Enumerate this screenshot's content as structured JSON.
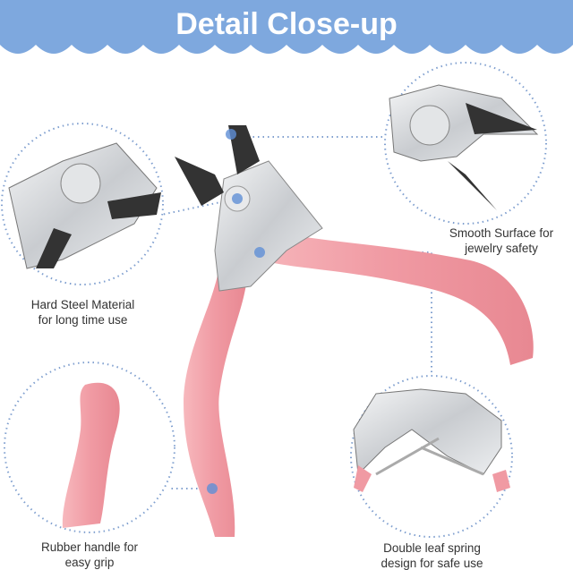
{
  "header": {
    "title": "Detail Close-up"
  },
  "colors": {
    "banner": "#7ea8de",
    "handle": "#f2a0a8",
    "steel": "#d8dadd",
    "dots": "#7f9fcf"
  },
  "callouts": [
    {
      "line1": "Hard Steel Material",
      "line2": "for long time use"
    },
    {
      "line1": "Smooth Surface for",
      "line2": "jewelry safety"
    },
    {
      "line1": "Rubber handle for",
      "line2": "easy grip"
    },
    {
      "line1": "Double leaf spring",
      "line2": "design for safe use"
    }
  ]
}
